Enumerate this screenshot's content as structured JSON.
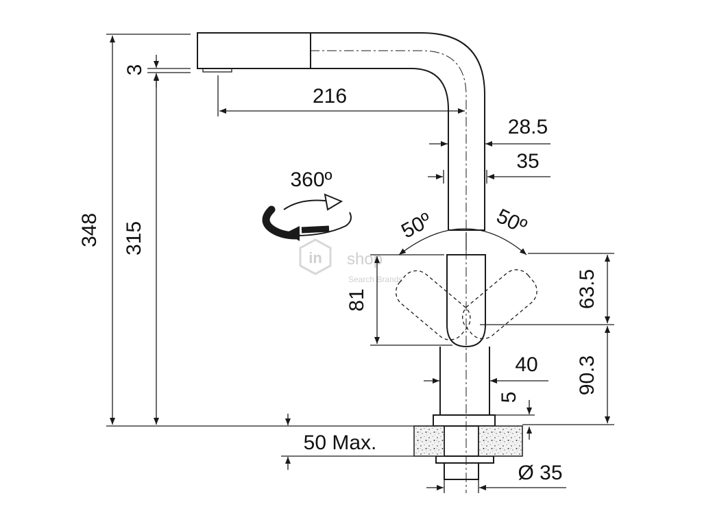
{
  "dimensions": {
    "total_height": "348",
    "aerator_offset": "3",
    "spout_height": "315",
    "spout_reach": "216",
    "column_width_top": "28.5",
    "column_width_mid": "35",
    "rotation": "360º",
    "lever_angle_left": "50º",
    "lever_angle_right": "50º",
    "lever_height": "81",
    "lever_offset": "63.5",
    "lever_base_height": "90.3",
    "base_width": "40",
    "flange": "5",
    "max_countertop": "50 Max.",
    "hole_diameter": "Ø 35"
  },
  "watermark": {
    "logo_text": "in",
    "brand": "shop",
    "tagline": "Search Brands"
  },
  "colors": {
    "line": "#1a1a1a",
    "background": "#ffffff",
    "countertop_fill": "#f2f2f2",
    "watermark": "#cfcfcf"
  }
}
